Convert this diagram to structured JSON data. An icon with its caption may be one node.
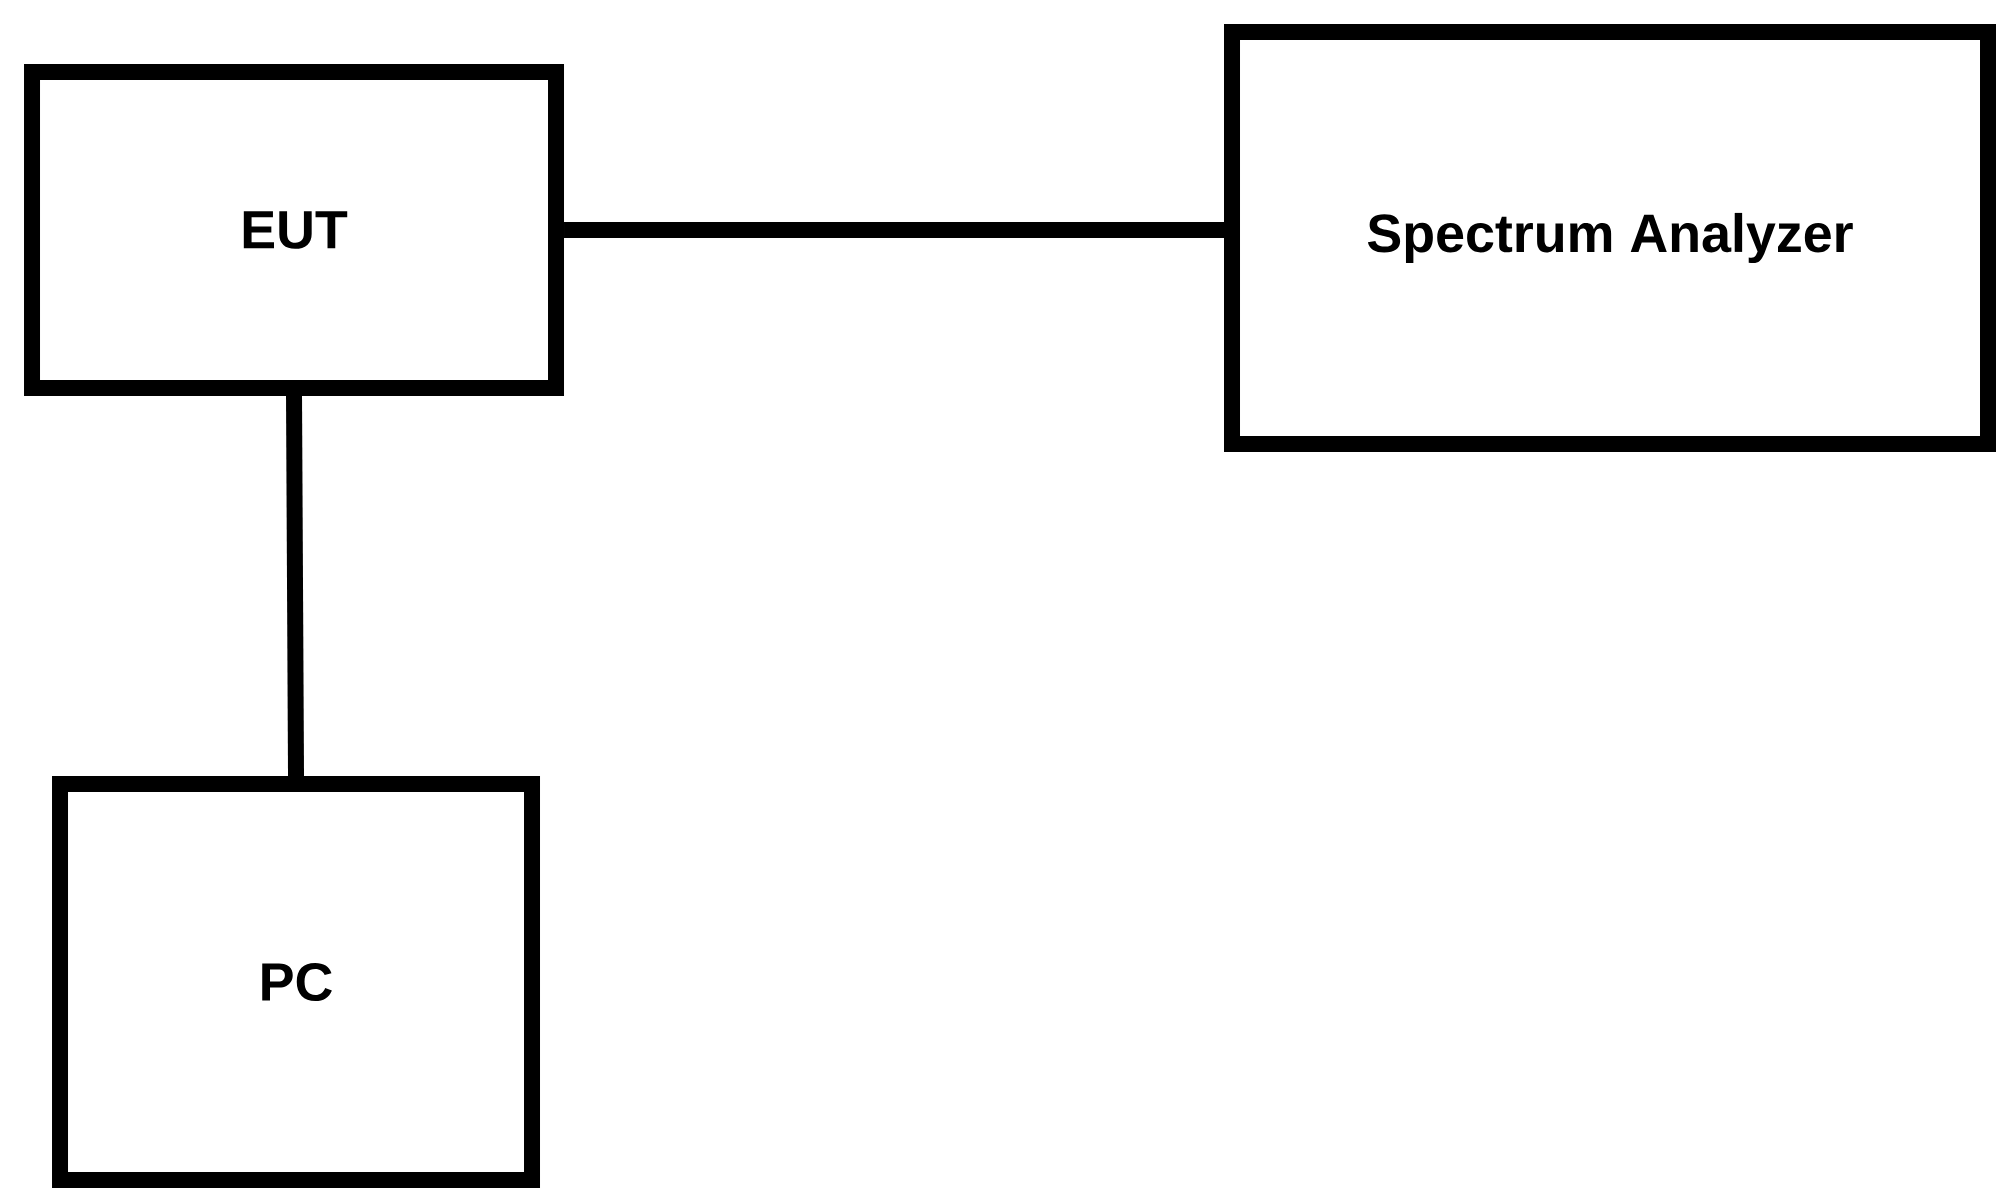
{
  "diagram": {
    "nodes": [
      {
        "text": [
          "EUT"
        ]
      },
      {
        "text": [
          "Spectrum Analyzer"
        ]
      },
      {
        "text": [
          "PC"
        ]
      }
    ],
    "edges": [
      {
        "from": 0,
        "to": 1,
        "arrow": "none"
      },
      {
        "from": 0,
        "to": 2,
        "arrow": "none"
      }
    ]
  }
}
